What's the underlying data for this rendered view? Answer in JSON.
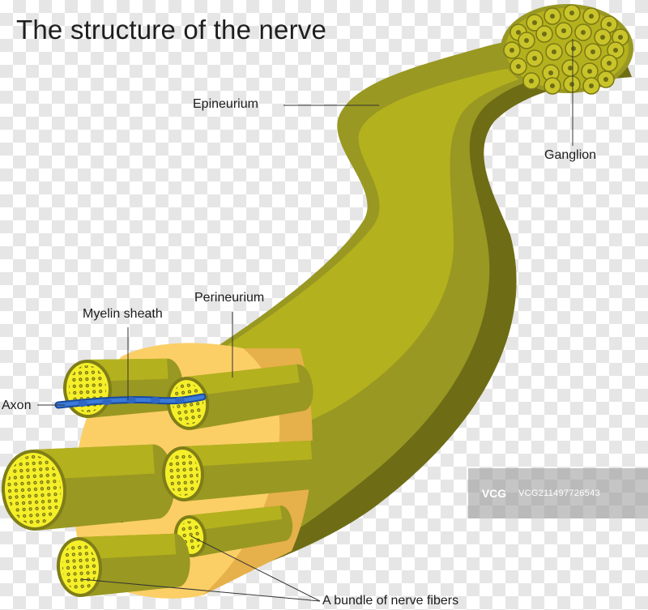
{
  "title": "The structure of the nerve",
  "labels": {
    "epineurium": "Epineurium",
    "ganglion": "Ganglion",
    "perineurium": "Perineurium",
    "myelin_sheath": "Myelin sheath",
    "axon": "Axon",
    "bundle": "A bundle of nerve fibers"
  },
  "watermark": {
    "logo": "VCG",
    "id": "VCG211497726543"
  },
  "colors": {
    "nerve_light": "#b4b11e",
    "nerve_mid": "#999822",
    "nerve_dark": "#6e6d16",
    "fascicle_end": "#f5ef2a",
    "cross_section": "#fbcf66",
    "cross_section_shadow": "#e6b04a",
    "axon_blue": "#2864c8",
    "artery_red": "#d8332a",
    "vein_blue": "#1f3e9e"
  }
}
